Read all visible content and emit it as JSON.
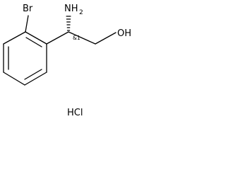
{
  "molecule": {
    "atoms": {
      "bromine": "Br",
      "amine_main": "NH",
      "amine_subscript": "2",
      "hydroxyl": "OH"
    },
    "stereo_descriptor": "&1",
    "salt": "HCl"
  }
}
